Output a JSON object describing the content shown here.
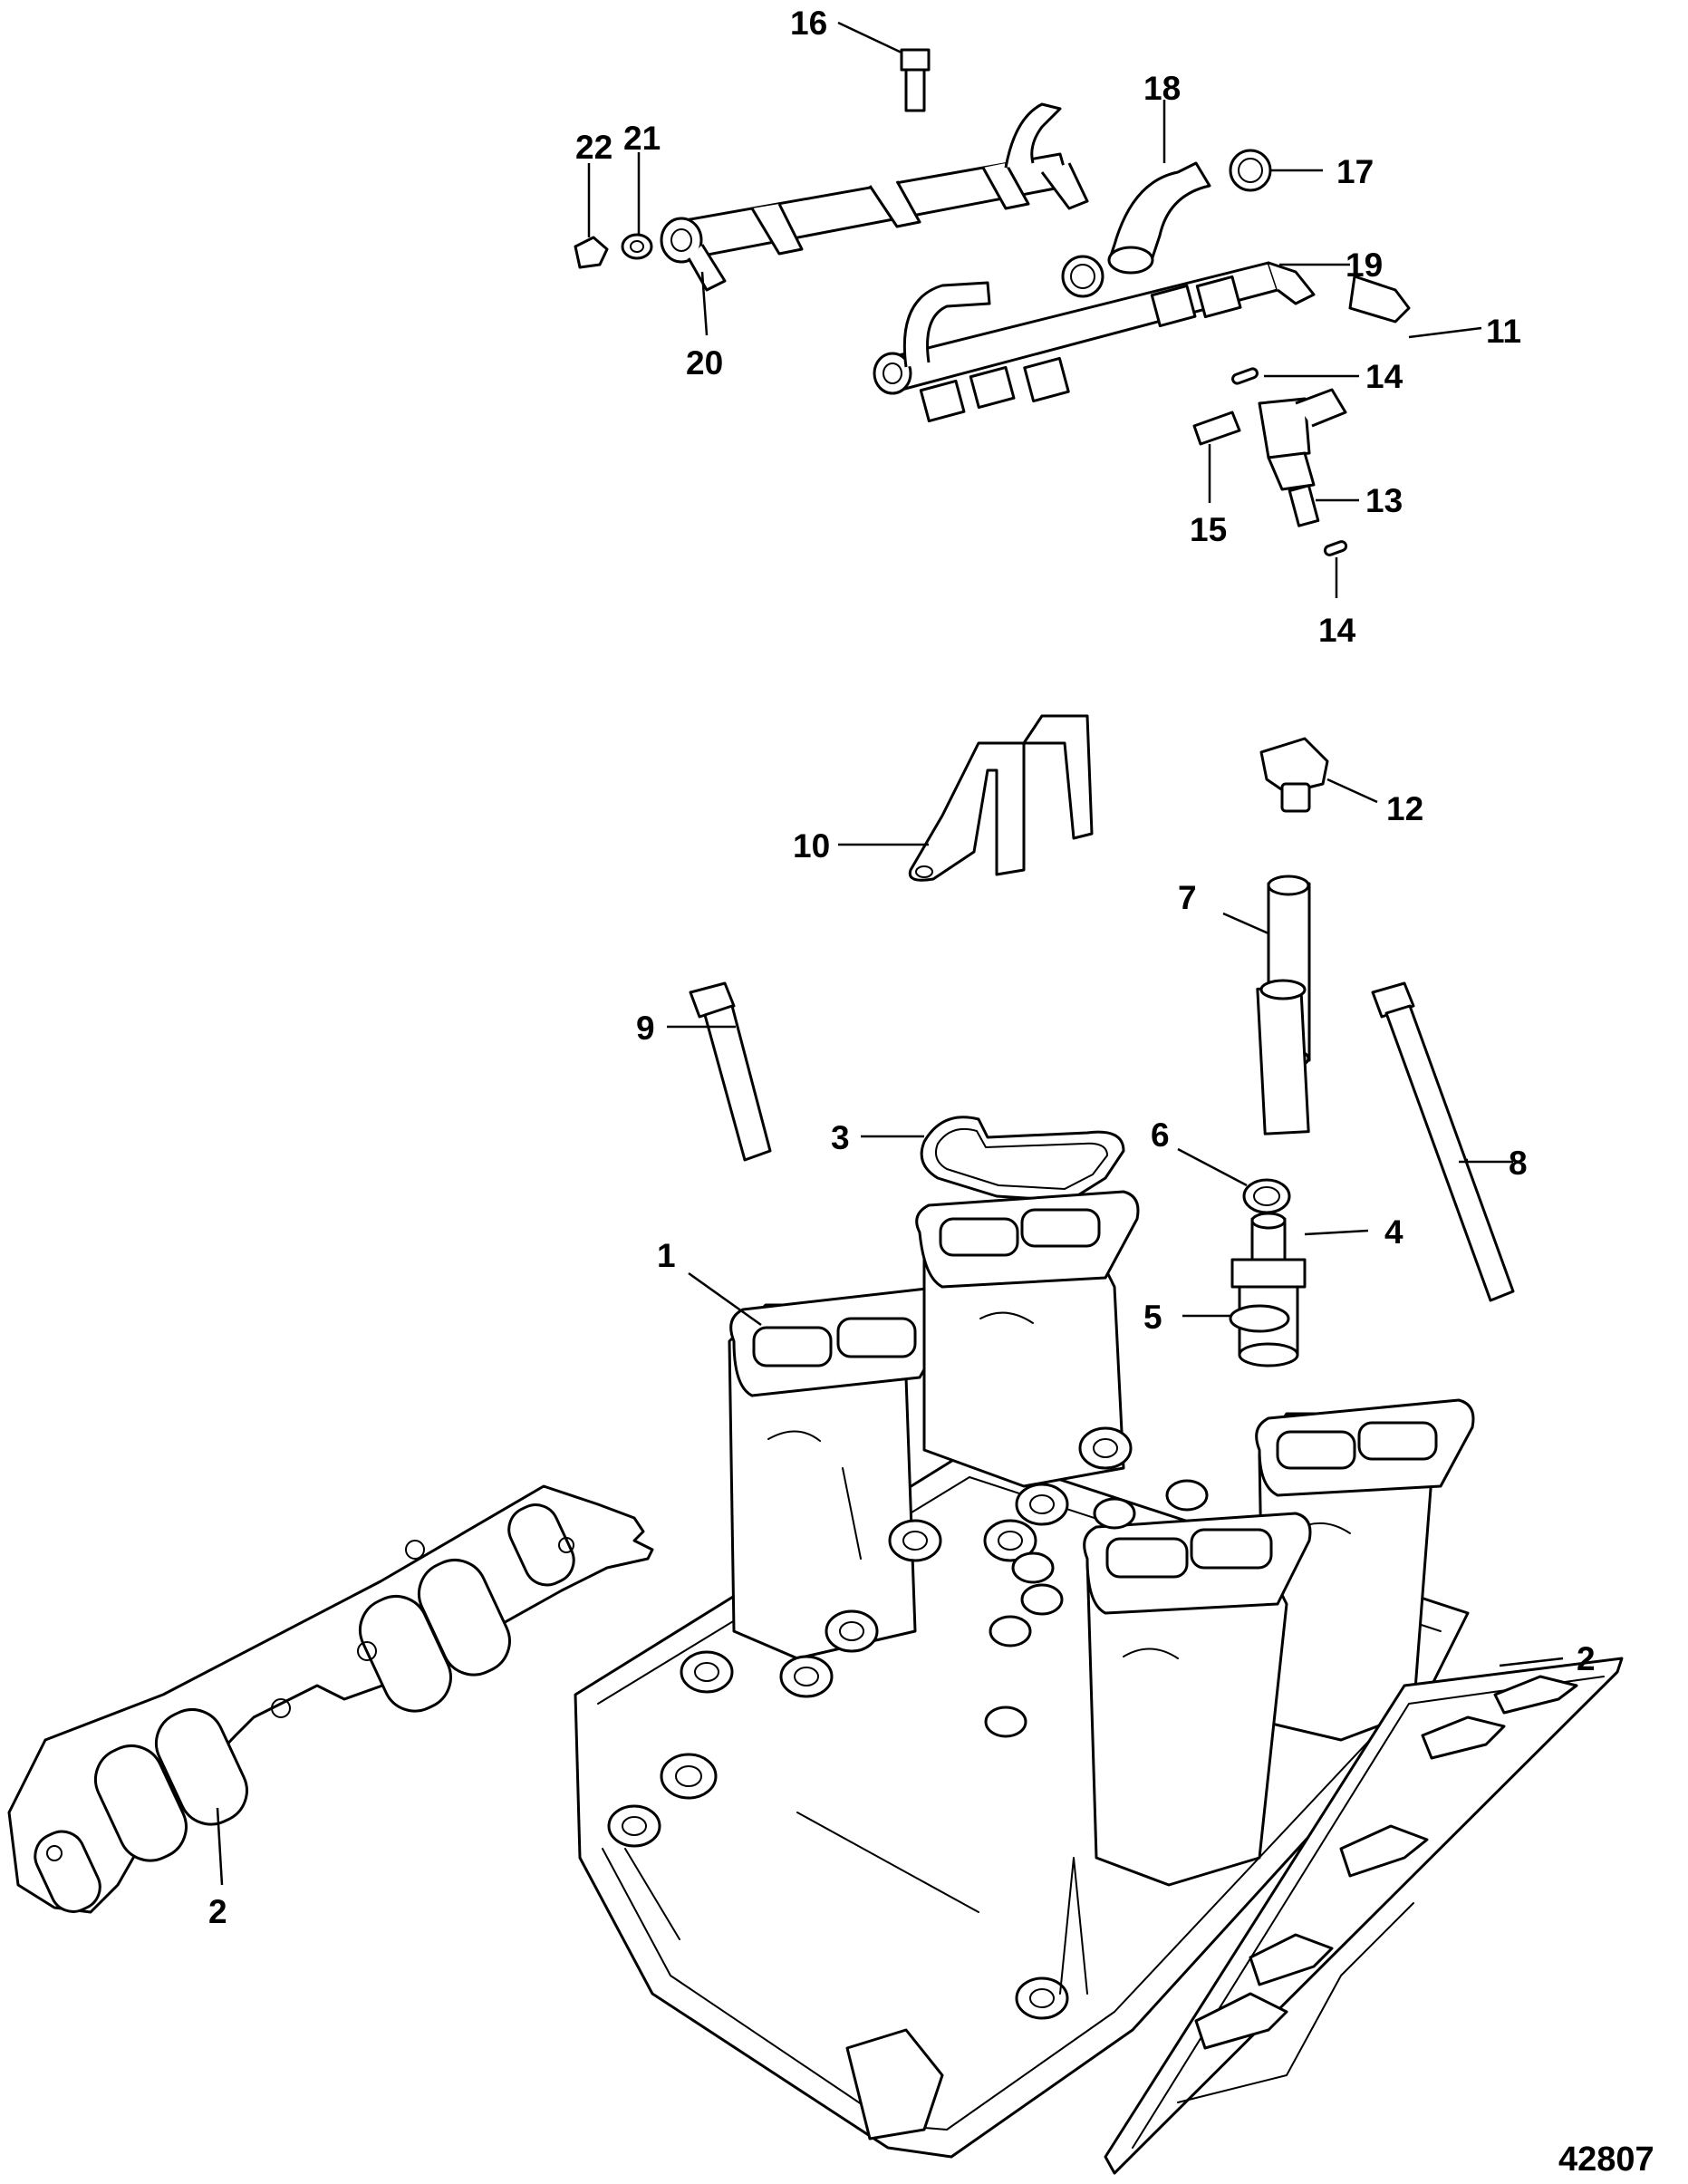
{
  "callouts": [
    {
      "id": "c16",
      "label": "16"
    },
    {
      "id": "c18",
      "label": "18"
    },
    {
      "id": "c22",
      "label": "22"
    },
    {
      "id": "c21",
      "label": "21"
    },
    {
      "id": "c17",
      "label": "17"
    },
    {
      "id": "c19",
      "label": "19"
    },
    {
      "id": "c20",
      "label": "20"
    },
    {
      "id": "c11",
      "label": "11"
    },
    {
      "id": "c14a",
      "label": "14"
    },
    {
      "id": "c13",
      "label": "13"
    },
    {
      "id": "c15",
      "label": "15"
    },
    {
      "id": "c14b",
      "label": "14"
    },
    {
      "id": "c12",
      "label": "12"
    },
    {
      "id": "c10",
      "label": "10"
    },
    {
      "id": "c7",
      "label": "7"
    },
    {
      "id": "c9",
      "label": "9"
    },
    {
      "id": "c8",
      "label": "8"
    },
    {
      "id": "c6",
      "label": "6"
    },
    {
      "id": "c3",
      "label": "3"
    },
    {
      "id": "c4",
      "label": "4"
    },
    {
      "id": "c1",
      "label": "1"
    },
    {
      "id": "c5",
      "label": "5"
    },
    {
      "id": "c2a",
      "label": "2"
    },
    {
      "id": "c2b",
      "label": "2"
    }
  ],
  "figure_number": "42807"
}
